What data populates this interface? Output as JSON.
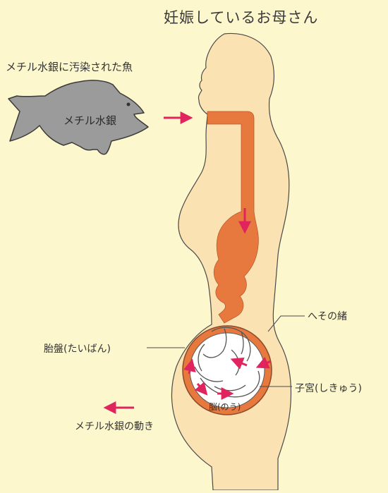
{
  "title": "妊娠しているお母さん",
  "fish": {
    "caption": "メチル水銀に汚染された魚",
    "label": "メチル水銀"
  },
  "labels": {
    "umbilical_cord": "へその緒",
    "placenta": "胎盤(たいばん)",
    "uterus": "子宮(しきゅう)",
    "brain": "脳(のう)"
  },
  "legend": {
    "arrow_text": "メチル水銀の動き"
  },
  "colors": {
    "background": "#fdf7cd",
    "body": "#fbe2b3",
    "outline": "#4a4a4a",
    "organ": "#e8793e",
    "fish": "#9b9b9b",
    "arrow": "#e0245e",
    "womb_inner": "#ffffff"
  }
}
